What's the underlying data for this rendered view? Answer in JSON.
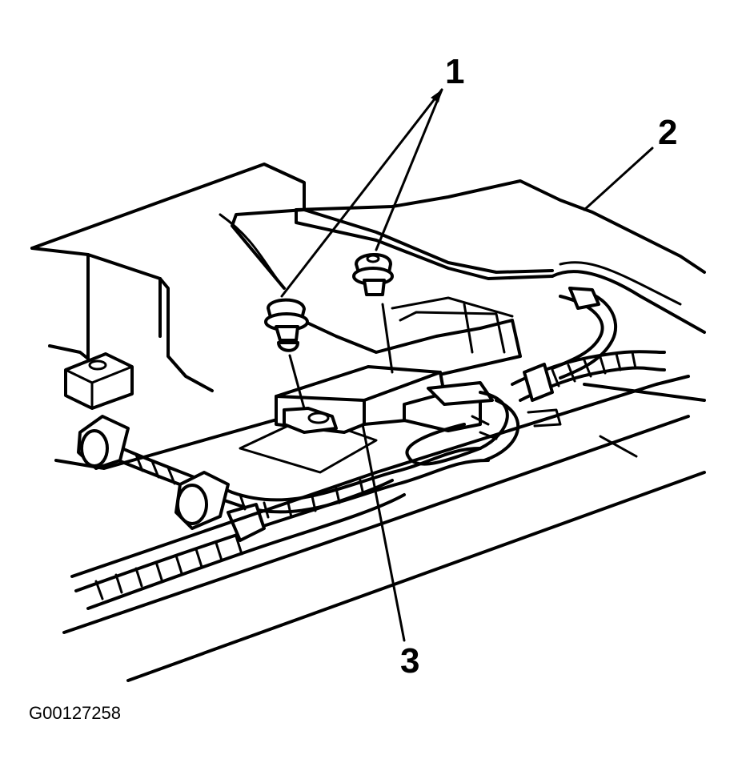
{
  "callouts": {
    "item1": "1",
    "item2": "2",
    "item3": "3"
  },
  "figure_id": "G00127258",
  "colors": {
    "ink": "#000000",
    "paper": "#ffffff"
  }
}
